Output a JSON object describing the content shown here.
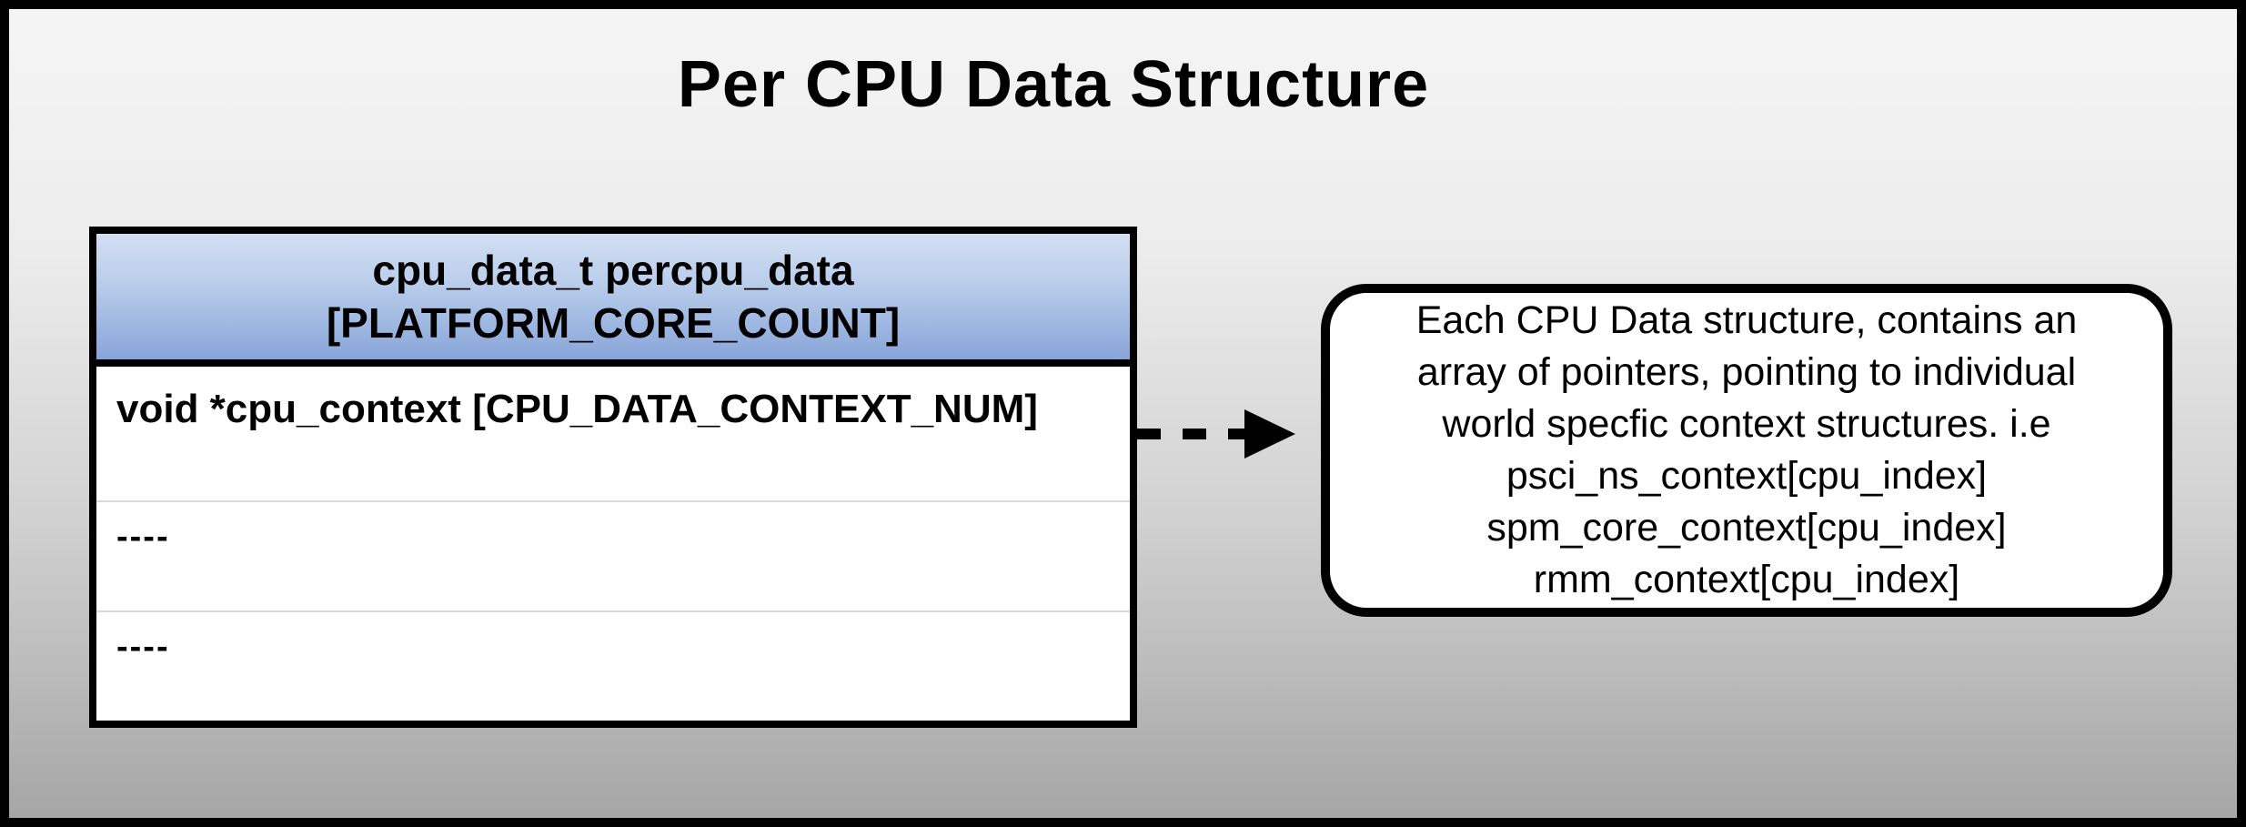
{
  "title": "Per CPU Data Structure",
  "table": {
    "header_line1": "cpu_data_t percpu_data",
    "header_line2": "[PLATFORM_CORE_COUNT]",
    "rows": [
      {
        "text": "void *cpu_context [CPU_DATA_CONTEXT_NUM]"
      },
      {
        "text": "----"
      },
      {
        "text": "----"
      }
    ]
  },
  "callout": {
    "lines": [
      "Each CPU Data structure, contains an",
      "array of pointers, pointing to individual",
      "world specfic context structures. i.e",
      "psci_ns_context[cpu_index]",
      "spm_core_context[cpu_index]",
      "rmm_context[cpu_index]"
    ]
  },
  "colors": {
    "header_gradient_top": "#d3dff3",
    "header_gradient_bottom": "#88a5d9",
    "background_top": "#f5f5f5",
    "background_bottom": "#a6a6a6",
    "row_separator": "#dadada",
    "border": "#000000",
    "row_background": "#ffffff",
    "callout_background": "#ffffff"
  }
}
